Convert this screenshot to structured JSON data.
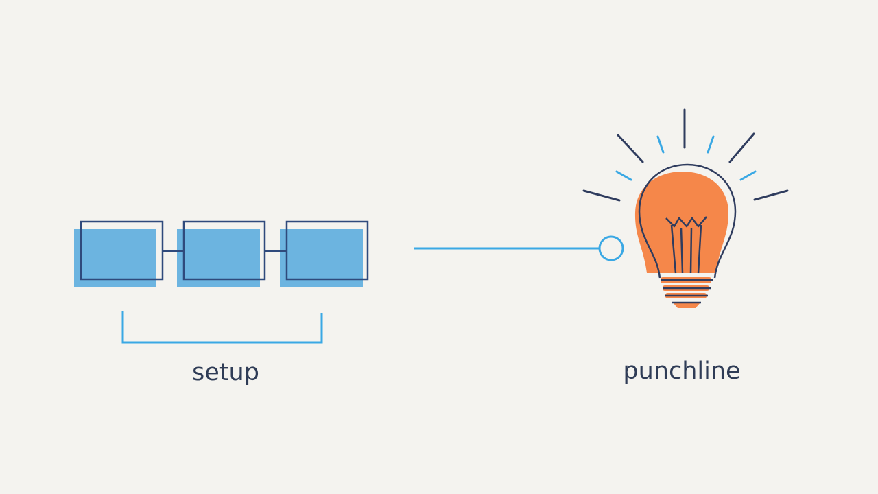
{
  "labels": {
    "setup": "setup",
    "punchline": "punchline"
  },
  "colors": {
    "background": "#f4f3ef",
    "box_fill": "#6cb4e0",
    "box_outline": "#2f4a7c",
    "accent_line": "#3aa8e4",
    "bulb_fill": "#f5874a",
    "bulb_outline": "#2f3c5e",
    "text": "#2f3c56"
  },
  "icons": {
    "setup_boxes": "sequence-boxes",
    "bracket": "bracket",
    "connector": "line-with-circle-end",
    "idea": "lightbulb-icon"
  }
}
